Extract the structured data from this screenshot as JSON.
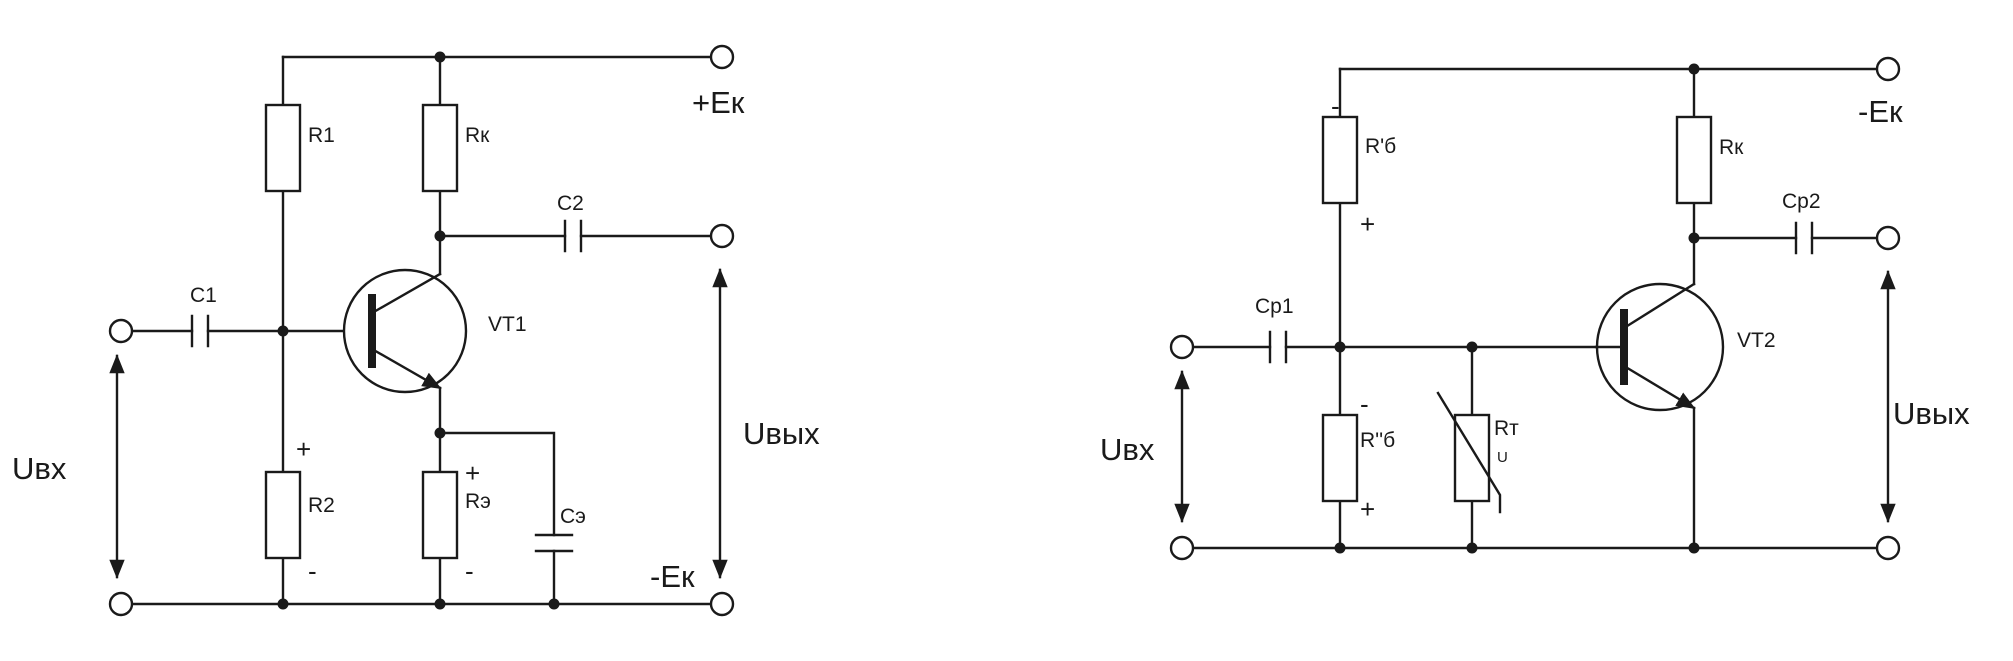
{
  "circuit1": {
    "r1": "R1",
    "rk": "Rк",
    "supply_pos": "+Eк",
    "supply_neg": "-Eк",
    "c1": "C1",
    "c2": "C2",
    "transistor": "VT1",
    "r2": "R2",
    "re": "Rэ",
    "ce": "Cэ",
    "u_in": "Uвх",
    "u_out": "Uвых",
    "r2_plus": "+",
    "r2_minus": "-",
    "re_plus": "+",
    "re_minus": "-"
  },
  "circuit2": {
    "rb1": "R'б",
    "rk": "Rк",
    "supply": "-Eк",
    "cp1": "Cp1",
    "cp2": "Cp2",
    "transistor": "VT2",
    "rb2": "R''б",
    "rt": "Rт",
    "rt_sub": "U",
    "u_in": "Uвх",
    "u_out": "Uвых",
    "rb1_minus": "-",
    "rb1_plus": "+",
    "rb2_minus": "-",
    "rb2_plus": "+"
  }
}
